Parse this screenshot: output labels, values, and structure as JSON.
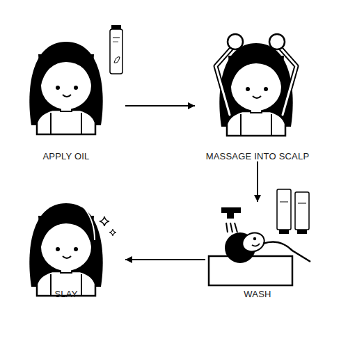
{
  "diagram": {
    "nodes": [
      {
        "text": [
          "APPLY OIL"
        ]
      },
      {
        "text": [
          "MASSAGE INTO SCALP"
        ]
      },
      {
        "text": [
          "WASH"
        ]
      },
      {
        "text": [
          "SLAY"
        ]
      }
    ],
    "edges": [
      {
        "from": 0,
        "to": 1,
        "arrow": "to"
      },
      {
        "from": 1,
        "to": 2,
        "arrow": "to"
      },
      {
        "from": 2,
        "to": 3,
        "arrow": "to"
      }
    ]
  }
}
